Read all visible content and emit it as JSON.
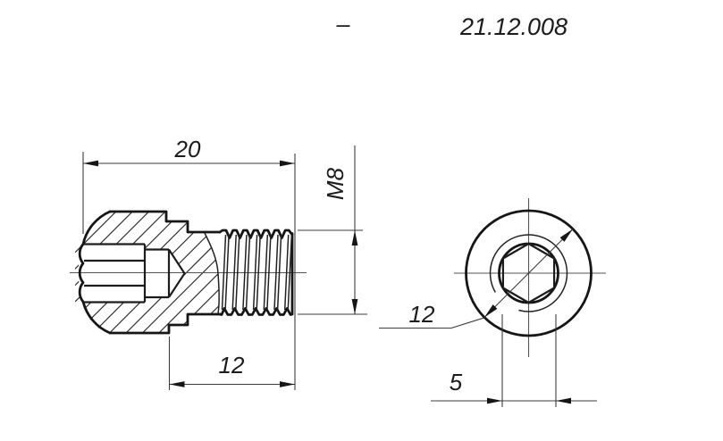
{
  "header": {
    "mass_field": "–",
    "drawing_number": "21.12.008"
  },
  "front_view": {
    "dim_overall_length": "20",
    "dim_thread_length": "12",
    "dim_thread_spec": "M8"
  },
  "end_view": {
    "dim_sphere_diameter": "12",
    "dim_hex_socket_width": "5"
  }
}
